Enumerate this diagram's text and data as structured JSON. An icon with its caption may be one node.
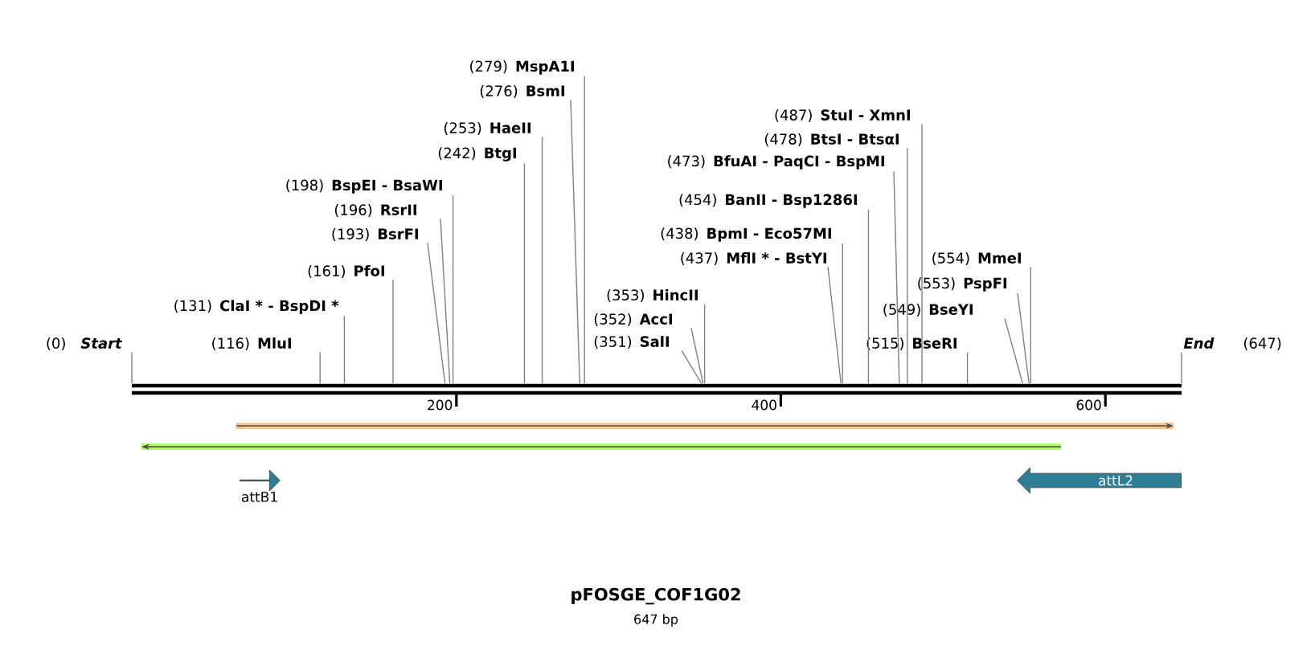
{
  "diagram": {
    "title": "pFOSGE_COF1G02",
    "caption": "647 bp",
    "nodes": [
      {
        "text": [
          "(0)",
          "Start"
        ]
      },
      {
        "text": [
          "(116)",
          "MluI"
        ]
      },
      {
        "text": [
          "(131)",
          "ClaI * - BspDI *"
        ]
      },
      {
        "text": [
          "(161)",
          "PfoI"
        ]
      },
      {
        "text": [
          "(193)",
          "BsrFI"
        ]
      },
      {
        "text": [
          "(196)",
          "RsrII"
        ]
      },
      {
        "text": [
          "(198)",
          "BspEI - BsaWI"
        ]
      },
      {
        "text": [
          "(242)",
          "BtgI"
        ]
      },
      {
        "text": [
          "(253)",
          "HaeII"
        ]
      },
      {
        "text": [
          "(276)",
          "BsmI"
        ]
      },
      {
        "text": [
          "(279)",
          "MspA1I"
        ]
      },
      {
        "text": [
          "(351)",
          "SalI"
        ]
      },
      {
        "text": [
          "(352)",
          "AccI"
        ]
      },
      {
        "text": [
          "(353)",
          "HincII"
        ]
      },
      {
        "text": [
          "(437)",
          "MflI * - BstYI"
        ]
      },
      {
        "text": [
          "(438)",
          "BpmI - Eco57MI"
        ]
      },
      {
        "text": [
          "(454)",
          "BanII - Bsp1286I"
        ]
      },
      {
        "text": [
          "(473)",
          "BfuAI - PaqCI - BspMI"
        ]
      },
      {
        "text": [
          "(478)",
          "BtsI - BtsαI"
        ]
      },
      {
        "text": [
          "(487)",
          "StuI - XmnI"
        ]
      },
      {
        "text": [
          "(515)",
          "BseRI"
        ]
      },
      {
        "text": [
          "(549)",
          "BseYI"
        ]
      },
      {
        "text": [
          "(553)",
          "PspFI"
        ]
      },
      {
        "text": [
          "(554)",
          "MmeI"
        ]
      },
      {
        "text": [
          "End",
          "(647)"
        ]
      },
      {
        "text": [],
        "shape": "bar"
      },
      {
        "text": [
          "attB1"
        ]
      },
      {
        "text": [
          "attL2"
        ]
      }
    ],
    "edges": [
      {
        "from": 0,
        "to": 25,
        "arrow": "none"
      },
      {
        "from": 1,
        "to": 25,
        "arrow": "none"
      },
      {
        "from": 2,
        "to": 25,
        "arrow": "none"
      },
      {
        "from": 3,
        "to": 25,
        "arrow": "none"
      },
      {
        "from": 4,
        "to": 25,
        "arrow": "none"
      },
      {
        "from": 5,
        "to": 25,
        "arrow": "none"
      },
      {
        "from": 6,
        "to": 25,
        "arrow": "none"
      },
      {
        "from": 7,
        "to": 25,
        "arrow": "none"
      },
      {
        "from": 8,
        "to": 25,
        "arrow": "none"
      },
      {
        "from": 9,
        "to": 25,
        "arrow": "none"
      },
      {
        "from": 10,
        "to": 25,
        "arrow": "none"
      },
      {
        "from": 11,
        "to": 25,
        "arrow": "none"
      },
      {
        "from": 12,
        "to": 25,
        "arrow": "none"
      },
      {
        "from": 13,
        "to": 25,
        "arrow": "none"
      },
      {
        "from": 14,
        "to": 25,
        "arrow": "none"
      },
      {
        "from": 15,
        "to": 25,
        "arrow": "none"
      },
      {
        "from": 16,
        "to": 25,
        "arrow": "none"
      },
      {
        "from": 17,
        "to": 25,
        "arrow": "none"
      },
      {
        "from": 18,
        "to": 25,
        "arrow": "none"
      },
      {
        "from": 19,
        "to": 25,
        "arrow": "none"
      },
      {
        "from": 20,
        "to": 25,
        "arrow": "none"
      },
      {
        "from": 21,
        "to": 25,
        "arrow": "none"
      },
      {
        "from": 22,
        "to": 25,
        "arrow": "none"
      },
      {
        "from": 23,
        "to": 25,
        "arrow": "none"
      },
      {
        "from": 24,
        "to": 25,
        "arrow": "none"
      }
    ],
    "labels": [
      "200",
      "400",
      "600"
    ]
  }
}
